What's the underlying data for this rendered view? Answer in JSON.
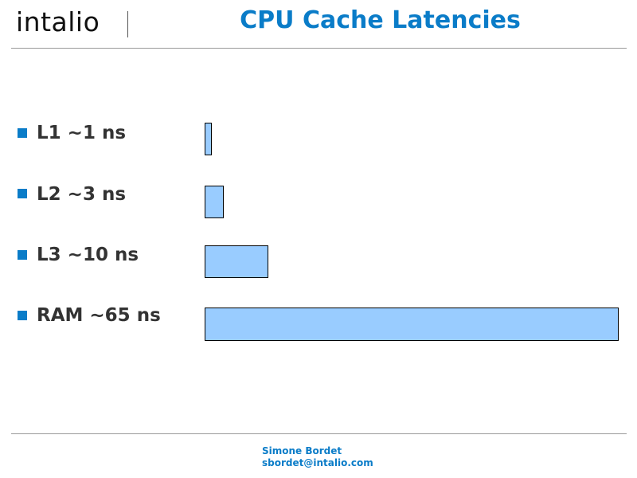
{
  "header": {
    "logo_text": "intalio",
    "title": "CPU Cache Latencies"
  },
  "items": [
    {
      "label": "L1 ~1 ns",
      "latency_ns": 1
    },
    {
      "label": "L2 ~3 ns",
      "latency_ns": 3
    },
    {
      "label": "L3 ~10 ns",
      "latency_ns": 10
    },
    {
      "label": "RAM ~65 ns",
      "latency_ns": 65
    }
  ],
  "colors": {
    "accent": "#0a7cc8",
    "bar_fill": "#99ccff",
    "text": "#333333"
  },
  "footer": {
    "author": "Simone Bordet",
    "email": "sbordet@intalio.com"
  }
}
